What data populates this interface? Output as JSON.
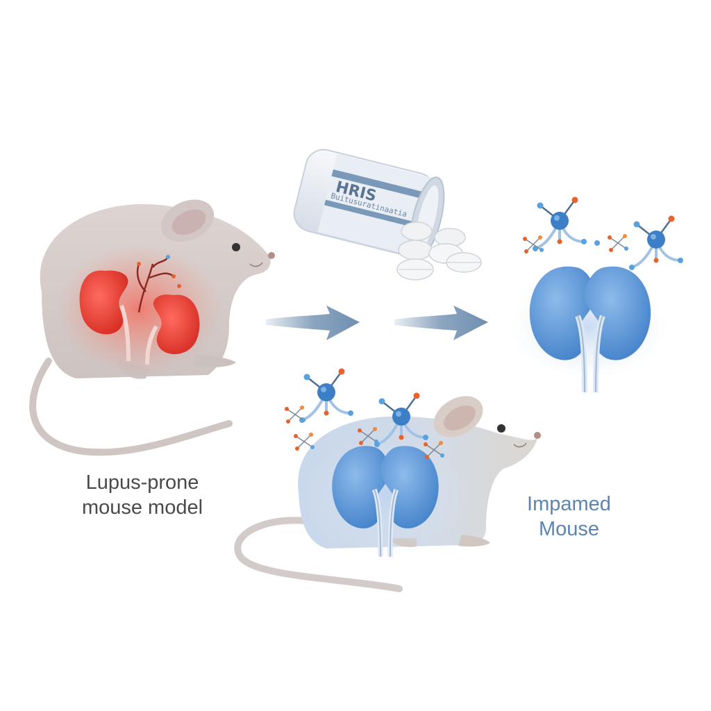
{
  "labels": {
    "left": {
      "line1": "Lupus-prone",
      "line2": "mouse model"
    },
    "right": {
      "line1": "Impamed",
      "line2": "Mouse"
    }
  },
  "bottle_text": {
    "line1": "HRIS",
    "line2": "Buitusuratinaatia"
  },
  "colors": {
    "mouse_body": "#d8cfcc",
    "mouse_ear_inner": "#c9b2b0",
    "kidney_inflamed": "#e53935",
    "kidney_healthy": "#5b93d6",
    "arrow": "#6f8fb0",
    "cell_body": "#3d7fc7",
    "cell_tip_orange": "#e8622c",
    "cell_tip_blue": "#5aa2dd",
    "label_left": "#4a4a4a",
    "label_right": "#5d84b0",
    "bottle_stripe": "#7a98b8",
    "pill": "#f1f2f4"
  },
  "icons": {
    "mouse_left": "mouse-icon",
    "mouse_bottom": "mouse-icon",
    "bottle": "pill-bottle-icon",
    "pills": "pill-icon",
    "kidneys": "kidney-icon",
    "immune_cell": "immune-cell-icon",
    "arrow": "arrow-right-icon"
  }
}
